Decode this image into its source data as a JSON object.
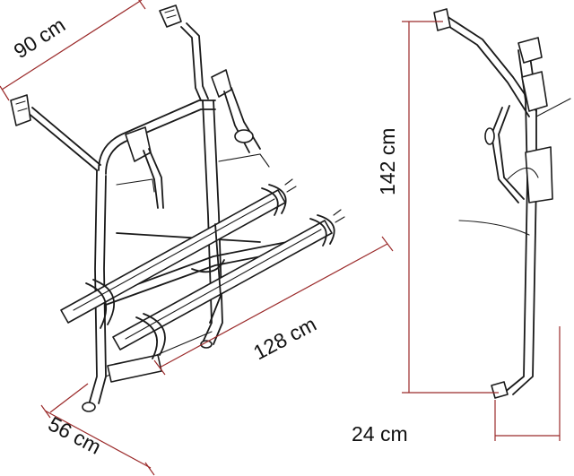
{
  "dimensions": {
    "top_width": "90 cm",
    "rail_length": "128 cm",
    "base_depth": "56 cm",
    "height": "142 cm",
    "side_depth": "24 cm"
  },
  "colors": {
    "dimension_line": "#9b2a2a",
    "drawing_line": "#1a1a1a",
    "background": "#ffffff"
  }
}
